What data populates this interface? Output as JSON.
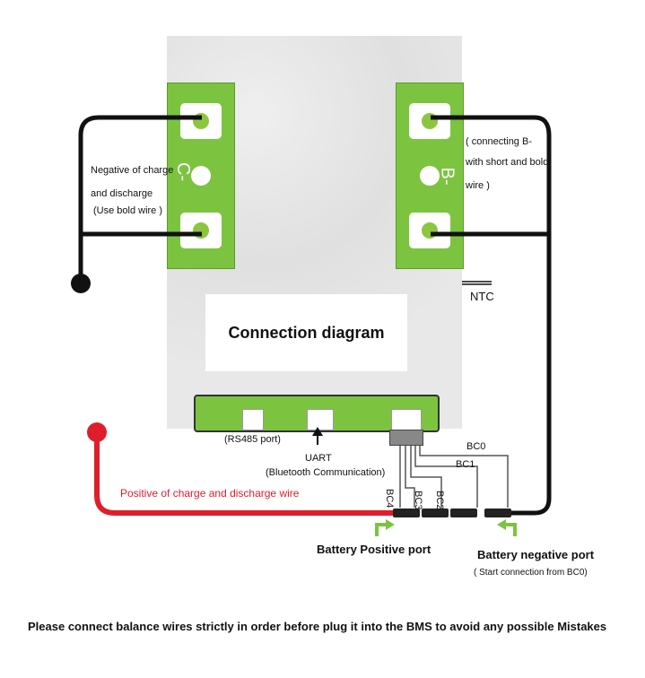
{
  "labels": {
    "title": "Connection diagram",
    "neg_charge_line1": "Negative of charge",
    "neg_charge_line2": "and discharge",
    "neg_charge_line3": "(Use bold wire )",
    "c_minus": "C-",
    "b_minus": "B-",
    "b_conn_line1": "( connecting B-",
    "b_conn_line2": "with short and bold",
    "b_conn_line3": "wire )",
    "ntc": "NTC",
    "rs485": "(RS485 port)",
    "uart": "UART",
    "bluetooth": "(Bluetooth Communication)",
    "positive_wire": "Positive of charge and discharge wire",
    "bc0": "BC0",
    "bc1": "BC1",
    "bc2": "BC2",
    "bc3": "BC3",
    "bc4": "BC4",
    "battery_positive": "Battery Positive port",
    "battery_negative": "Battery negative port",
    "start_bc0": "( Start connection from BC0)",
    "notice": "Please connect balance wires strictly in order before plug it into the BMS to avoid any possible Mistakes"
  },
  "colors": {
    "pcb_green": "#7cc440",
    "wire_black": "#111111",
    "wire_red": "#e01e2b",
    "arrow_green": "#7cc440"
  }
}
